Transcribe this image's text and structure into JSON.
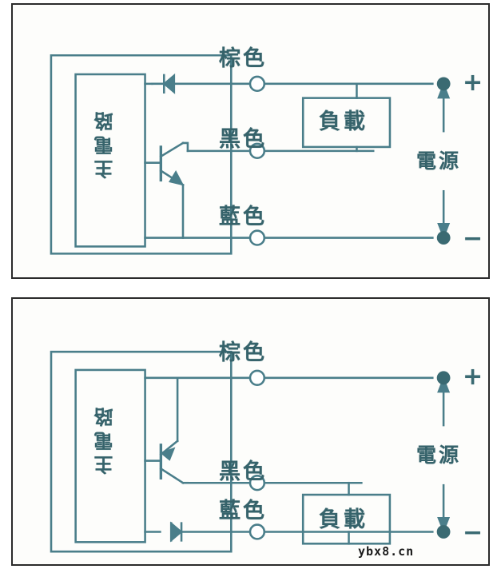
{
  "figure": {
    "title": "",
    "watermark": "ybx8.cn",
    "line_color": "#4a7e8a",
    "text_color": "#36636b",
    "frame_color": "#2b2b2b",
    "background": "#fdfdfb"
  },
  "panels": [
    {
      "id": "npn",
      "type": "NPN sensor wiring diagram",
      "main_circuit_label": "主電路",
      "wires": [
        {
          "name": "brown",
          "label": "棕色"
        },
        {
          "name": "black",
          "label": "黑色"
        },
        {
          "name": "blue",
          "label": "藍色"
        }
      ],
      "load_label": "負載",
      "supply_label": "電源",
      "plus_sign": "+",
      "minus_sign": "−",
      "components": {
        "diode": "diode on brown line, cathode at left",
        "transistor": "NPN transistor, collector to black wire",
        "load_position": "between brown (+) line and black wire"
      }
    },
    {
      "id": "pnp",
      "type": "PNP sensor wiring diagram",
      "main_circuit_label": "主電路",
      "wires": [
        {
          "name": "brown",
          "label": "棕色"
        },
        {
          "name": "black",
          "label": "黑色"
        },
        {
          "name": "blue",
          "label": "藍色"
        }
      ],
      "load_label": "負載",
      "supply_label": "電源",
      "plus_sign": "+",
      "minus_sign": "−",
      "components": {
        "diode": "diode on blue line, cathode at right",
        "transistor": "PNP transistor, collector to black wire",
        "load_position": "between black wire and blue (−) line"
      }
    }
  ]
}
